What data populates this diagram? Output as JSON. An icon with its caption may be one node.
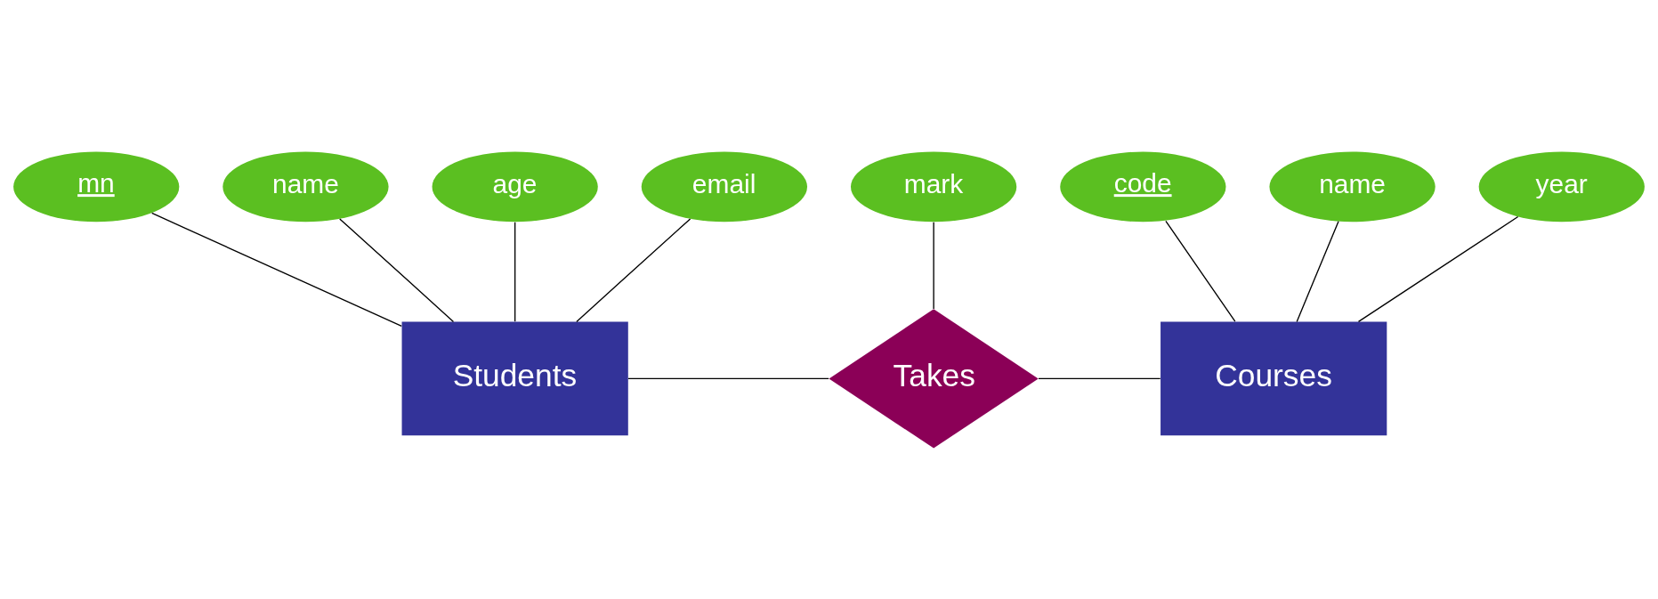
{
  "diagram": {
    "nodes": [
      {
        "text": [
          "Students"
        ]
      },
      {
        "text": [
          "mn"
        ]
      },
      {
        "text": [
          "name"
        ]
      },
      {
        "text": [
          "age"
        ]
      },
      {
        "text": [
          "email"
        ]
      },
      {
        "text": [
          "Takes"
        ]
      },
      {
        "text": [
          "mark"
        ]
      },
      {
        "text": [
          "Courses"
        ]
      },
      {
        "text": [
          "code"
        ]
      },
      {
        "text": [
          "name"
        ]
      },
      {
        "text": [
          "year"
        ]
      }
    ],
    "edges": [
      {
        "from": 1,
        "to": 0,
        "arrow": "none"
      },
      {
        "from": 2,
        "to": 0,
        "arrow": "none"
      },
      {
        "from": 3,
        "to": 0,
        "arrow": "none"
      },
      {
        "from": 4,
        "to": 0,
        "arrow": "none"
      },
      {
        "from": 0,
        "to": 5,
        "arrow": "none"
      },
      {
        "from": 6,
        "to": 5,
        "arrow": "none"
      },
      {
        "from": 5,
        "to": 7,
        "arrow": "none"
      },
      {
        "from": 8,
        "to": 7,
        "arrow": "none"
      },
      {
        "from": 9,
        "to": 7,
        "arrow": "none"
      },
      {
        "from": 10,
        "to": 7,
        "arrow": "none"
      }
    ]
  }
}
